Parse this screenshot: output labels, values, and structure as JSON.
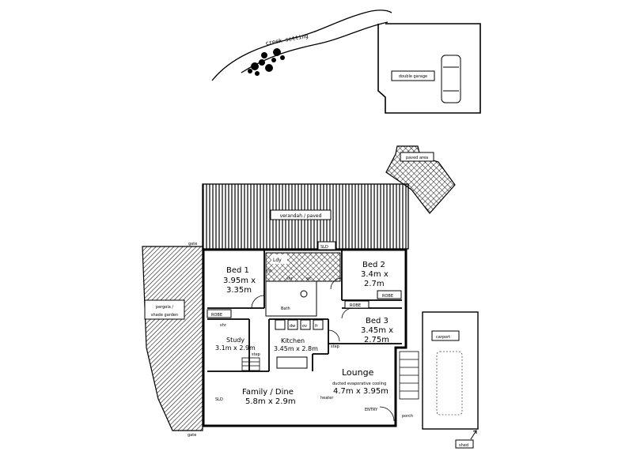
{
  "site": {
    "creek_label": "creek setting",
    "garage_label": "double garage",
    "paved_area_label": "paved area",
    "verandah_label": "verandah / paved",
    "carport_label": "carport",
    "shed_label": "shed",
    "pergola_label_line1": "pergola /",
    "pergola_label_line2": "shade garden",
    "gate_top_label": "gate",
    "gate_bottom_label": "gate",
    "porch_label": "porch",
    "entry_label": "ENTRY"
  },
  "rooms": {
    "bed1": {
      "name": "Bed 1",
      "dims_line1": "3.95m x",
      "dims_line2": "3.35m"
    },
    "bed2": {
      "name": "Bed 2",
      "dims_line1": "3.4m x",
      "dims_line2": "2.7m"
    },
    "bed3": {
      "name": "Bed 3",
      "dims_line1": "3.45m x",
      "dims_line2": "2.75m"
    },
    "study": {
      "name": "Study",
      "dims": "3.1m x 2.9m"
    },
    "kitchen": {
      "name": "Kitchen",
      "dims": "3.45m x 2.8m"
    },
    "family": {
      "name": "Family / Dine",
      "dims": "5.8m x 2.9m"
    },
    "lounge": {
      "name": "Lounge",
      "note": "ducted evaporative cooling",
      "dims": "4.7m x 3.95m"
    }
  },
  "fixtures": {
    "sld_top": "SLD",
    "sld_left": "SLD",
    "ldy": "Ldy",
    "bath": "Bath",
    "robe_bed1": "ROBE",
    "robe_bed2": "ROBE",
    "robe_bed3": "ROBE",
    "shr": "shr",
    "wc": "wc",
    "lp": "l/p",
    "step1": "step",
    "step2": "step",
    "heater": "heater",
    "fr": "fr",
    "dw": "dw",
    "ov": "ov"
  },
  "colors": {
    "ink": "#000000",
    "paper": "#ffffff"
  }
}
